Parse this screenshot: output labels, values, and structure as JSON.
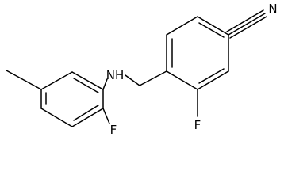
{
  "molecule": {
    "atom_labels": {
      "nitrile_n": "N",
      "amine_nh": "NH",
      "fluoro_left": "F",
      "fluoro_right": "F"
    }
  }
}
